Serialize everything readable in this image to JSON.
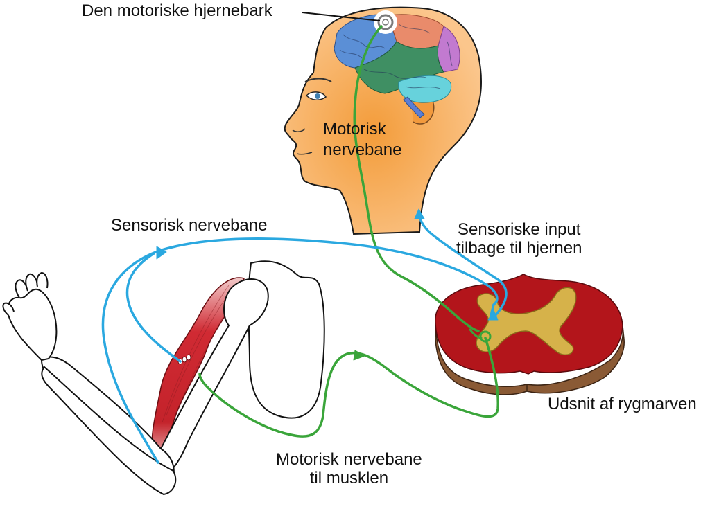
{
  "labels": {
    "motor_cortex": "Den motoriske hjernebark",
    "motor_pathway_line1": "Motorisk",
    "motor_pathway_line2": "nervebane",
    "sensory_pathway": "Sensorisk nervebane",
    "sensory_input_line1": "Sensoriske input",
    "sensory_input_line2": "tilbage til hjernen",
    "spinal_section": "Udsnit af rygmarven",
    "motor_to_muscle_line1": "Motorisk nervebane",
    "motor_to_muscle_line2": "til musklen"
  },
  "colors": {
    "sensory_nerve": "#2aa8e0",
    "motor_nerve": "#3aa53a",
    "skin": "#f6b56b",
    "spinal_white_matter": "#b3151b",
    "spinal_grey_matter": "#d6b24a",
    "spinal_side": "#8a5a35",
    "muscle": "#c8242c"
  },
  "icons": {
    "cortex_marker": "target-rings-icon"
  }
}
